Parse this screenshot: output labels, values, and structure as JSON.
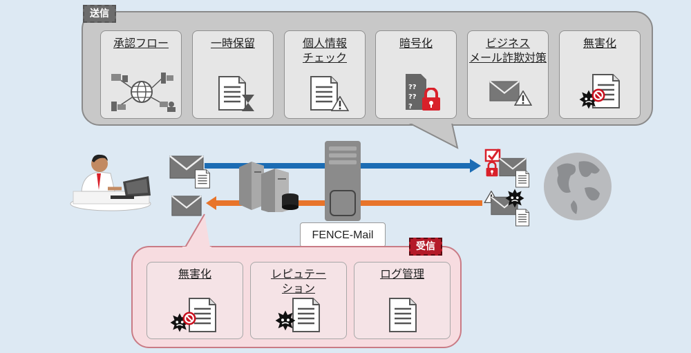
{
  "send": {
    "badge": "送信",
    "cards": [
      {
        "title": "承認フロー",
        "icon": "network-approval-icon"
      },
      {
        "title": "一時保留",
        "icon": "document-hourglass-icon"
      },
      {
        "title": "個人情報\nチェック",
        "icon": "document-warning-icon"
      },
      {
        "title": "暗号化",
        "icon": "encrypted-document-lock-icon"
      },
      {
        "title": "ビジネス\nメール詐欺対策",
        "icon": "mail-warning-icon"
      },
      {
        "title": "無害化",
        "icon": "document-sanitize-icon"
      }
    ]
  },
  "receive": {
    "badge": "受信",
    "cards": [
      {
        "title": "無害化",
        "icon": "document-sanitize-icon"
      },
      {
        "title": "レピュテー\nション",
        "icon": "document-malware-icon"
      },
      {
        "title": "ログ管理",
        "icon": "document-log-icon"
      }
    ]
  },
  "server_label": "FENCE-Mail",
  "colors": {
    "send_arrow": "#1b6cb4",
    "receive_arrow": "#e8742a",
    "lock": "#d9202a",
    "check": "#d9202a"
  }
}
